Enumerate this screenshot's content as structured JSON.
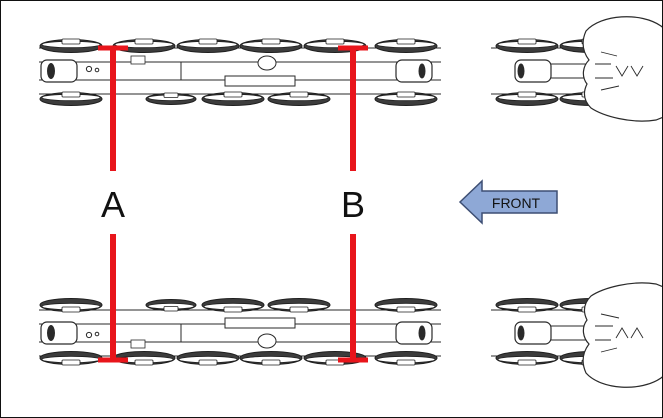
{
  "diagram": {
    "labels": {
      "a": "A",
      "b": "B",
      "front": "FRONT"
    },
    "colors": {
      "measure_red": "#e8151b",
      "arrow_fill": "#8ea8d6",
      "arrow_stroke": "#3d4e73",
      "line_art": "#2a2a2a",
      "wheel_dark": "#3c3c3c",
      "background": "#ffffff"
    },
    "icons": {
      "front_arrow": "left-arrow-icon",
      "hand": "hand-icon"
    }
  }
}
